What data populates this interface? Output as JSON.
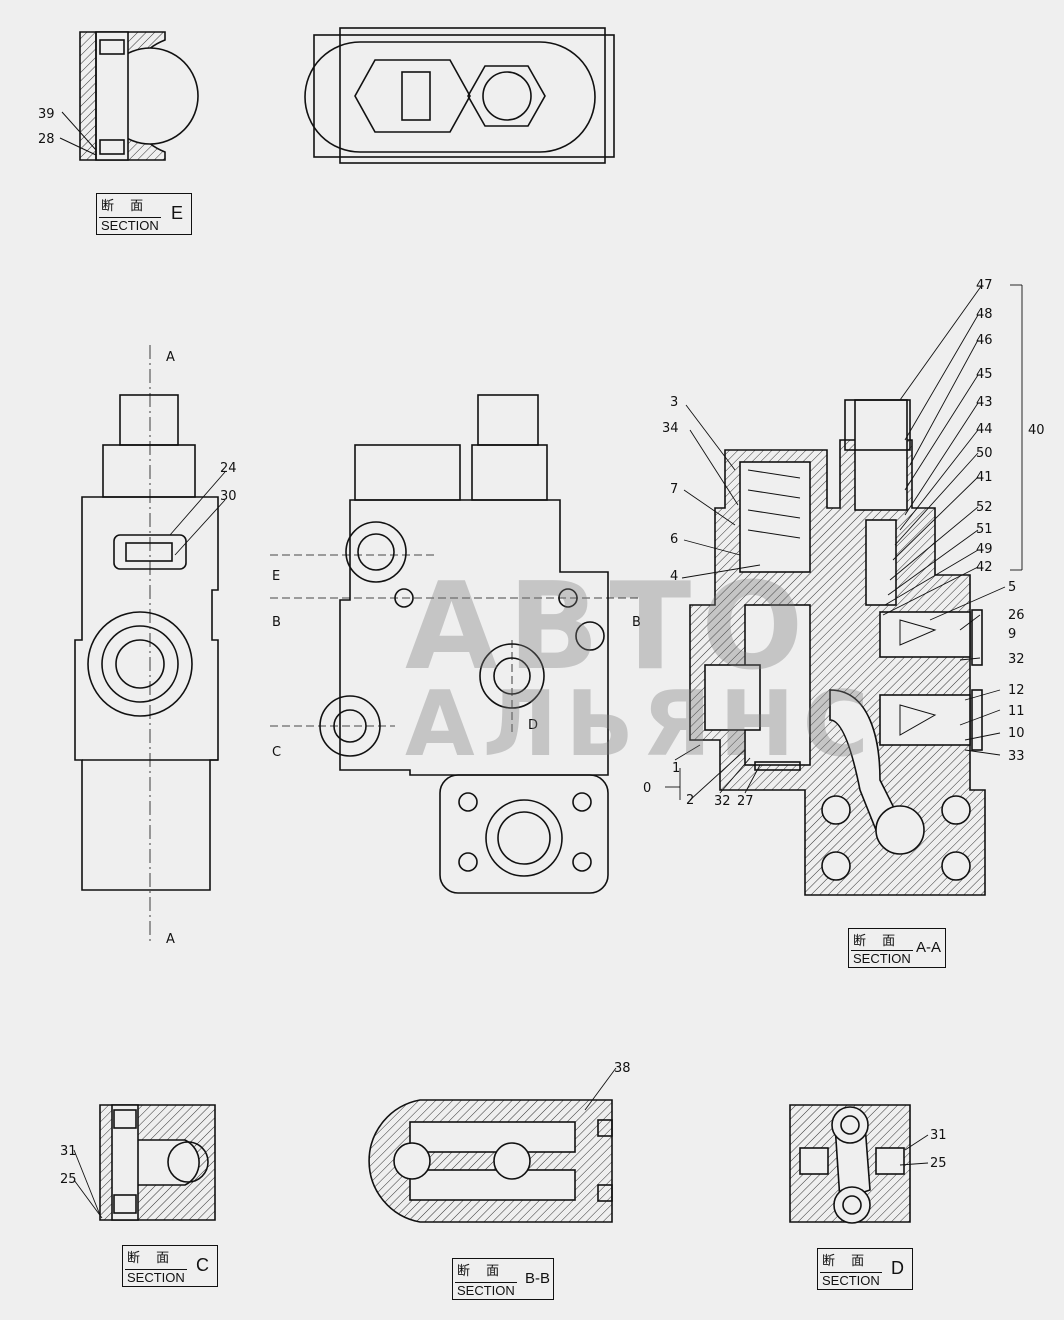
{
  "sections": {
    "e": {
      "cjk": "断 面",
      "word": "SECTION",
      "id": "E"
    },
    "aa": {
      "cjk": "断 面",
      "word": "SECTION",
      "id": "A-A"
    },
    "c": {
      "cjk": "断 面",
      "word": "SECTION",
      "id": "C"
    },
    "bb": {
      "cjk": "断 面",
      "word": "SECTION",
      "id": "B-B"
    },
    "d": {
      "cjk": "断 面",
      "word": "SECTION",
      "id": "D"
    }
  },
  "cut_marks": {
    "a_top": "A",
    "a_bottom": "A",
    "e": "E",
    "b_left": "B",
    "b_right": "B",
    "c": "C",
    "d": "D"
  },
  "callouts": {
    "e_view": [
      "39",
      "28"
    ],
    "front_view": [
      "24",
      "30"
    ],
    "aa_left": [
      "3",
      "34",
      "7",
      "6",
      "4",
      "0",
      "1",
      "2",
      "32",
      "27"
    ],
    "aa_right": [
      "47",
      "48",
      "46",
      "45",
      "43",
      "44",
      "40",
      "50",
      "41",
      "52",
      "51",
      "49",
      "42",
      "5",
      "26",
      "9",
      "32",
      "12",
      "11",
      "10",
      "33"
    ],
    "c_view": [
      "31",
      "25"
    ],
    "bb_view": [
      "38"
    ],
    "d_view": [
      "31",
      "25"
    ]
  },
  "watermark": {
    "line1": "АВТО",
    "line2": "АЛЬЯНС"
  }
}
